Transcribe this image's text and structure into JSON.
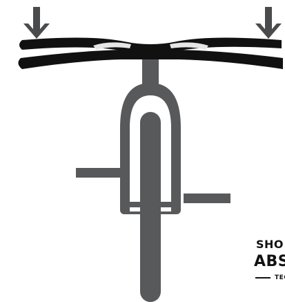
{
  "brand": {
    "line1": "SHO",
    "line2": "ABS",
    "tagline": "TEC"
  },
  "icons": {
    "left_arrow": "down-arrow-icon",
    "right_arrow": "down-arrow-icon"
  },
  "colors": {
    "bike_body": "#58595b",
    "handlebar": "#111111",
    "arrow": "#4a4b4d",
    "text": "#111111",
    "background": "#ffffff"
  }
}
